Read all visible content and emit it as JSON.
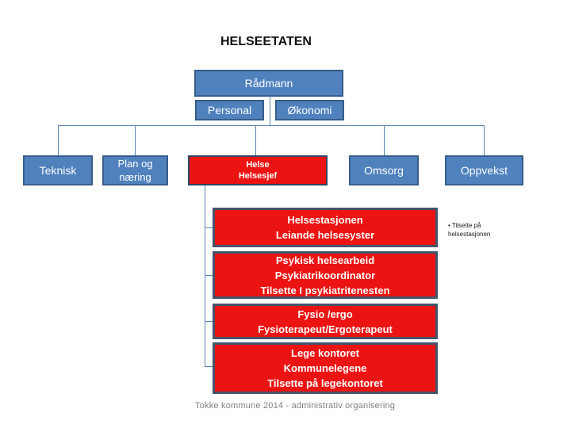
{
  "title": "HELSEETATEN",
  "org": {
    "root": {
      "label": "Rådmann"
    },
    "staff": [
      {
        "label": "Personal"
      },
      {
        "label": "Økonomi"
      }
    ],
    "departments": [
      {
        "lines": [
          "Teknisk"
        ]
      },
      {
        "lines": [
          "Plan og",
          "næring"
        ]
      },
      {
        "lines": [
          "Helse",
          "Helsesjef"
        ],
        "highlighted": true
      },
      {
        "lines": [
          "Omsorg"
        ]
      },
      {
        "lines": [
          "Oppvekst"
        ]
      }
    ],
    "helse_units": [
      {
        "lines": [
          "Helsestasjonen",
          "Leiande helsesyster"
        ]
      },
      {
        "lines": [
          "Psykisk helsearbeid",
          "Psykiatrikoordinator",
          "Tilsette I psykiatritenesten"
        ]
      },
      {
        "lines": [
          "Fysio /ergo",
          "Fysioterapeut/Ergoterapeut"
        ]
      },
      {
        "lines": [
          "Lege kontoret",
          "Kommunelegene",
          "Tilsette på legekontoret"
        ]
      }
    ]
  },
  "side_note": {
    "lines": [
      "• Tilsette på",
      "helsestasjonen"
    ]
  },
  "footer": "Tokke kommune 2014 - administrativ organisering",
  "colors": {
    "box_blue_fill": "#4f81bd",
    "box_blue_border": "#385d8a",
    "box_red_fill": "#ec1313",
    "box_red_border": "#44546a",
    "connector": "#5b83ad",
    "title_text": "#111111",
    "footer_text": "#7f7f7f",
    "box_text": "#ffffff"
  }
}
